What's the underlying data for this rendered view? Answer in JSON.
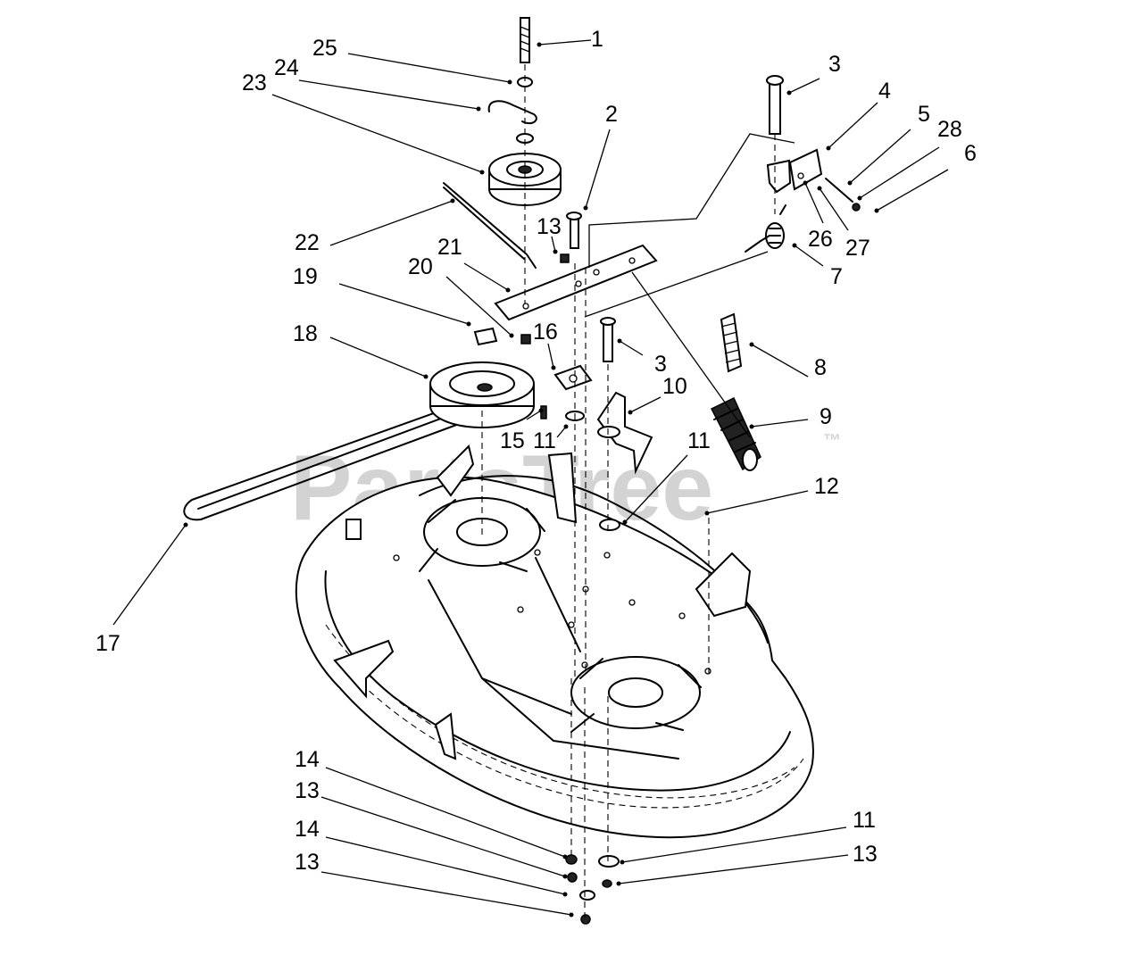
{
  "diagram": {
    "watermark": "PartsTree",
    "trademark": "™",
    "callouts": [
      "1",
      "2",
      "3",
      "4",
      "5",
      "28",
      "6",
      "25",
      "24",
      "23",
      "13",
      "22",
      "21",
      "20",
      "19",
      "18",
      "16",
      "3",
      "10",
      "8",
      "9",
      "15",
      "11",
      "11",
      "12",
      "17",
      "14",
      "13",
      "14",
      "13",
      "11",
      "13",
      "26",
      "27",
      "7"
    ]
  }
}
